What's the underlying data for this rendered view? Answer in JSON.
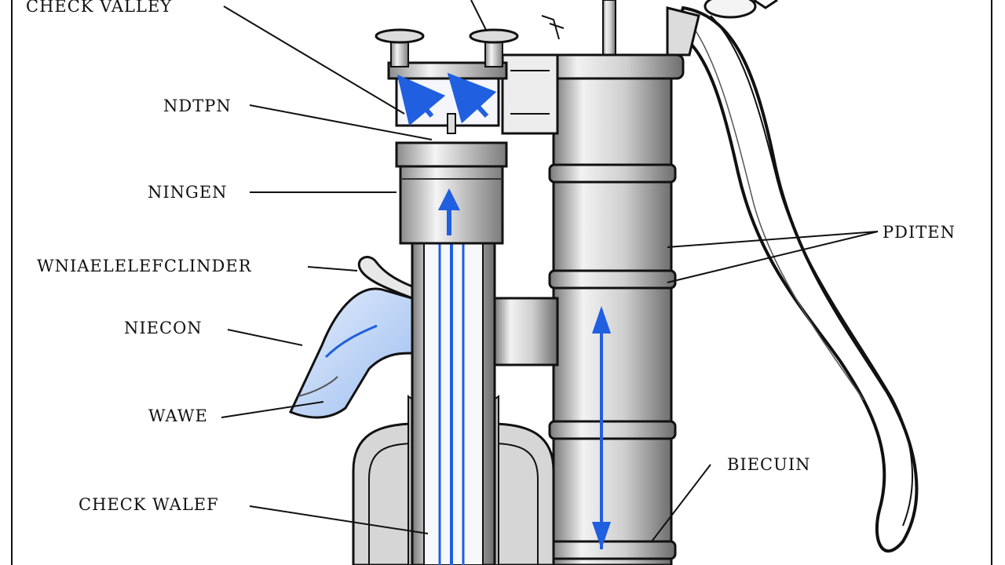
{
  "labels": {
    "check_valley": "CHECK   VALLEY",
    "ndtpn": "NDTPN",
    "ningen": "NINGEN",
    "water_cylinder": "WNIAELELEFCLINDER",
    "niecon": "NIECON",
    "wawe": "WAWE",
    "check_walef": "CHECK WALEF",
    "pditen": "PDITEN",
    "biecuin": "BIECUIN"
  },
  "colors": {
    "ink": "#111111",
    "flow_arrow": "#1f5fe0",
    "water_tint": "#aec8f2",
    "metal_light": "#e9e9e9",
    "metal_shade": "#9a9a9a"
  }
}
